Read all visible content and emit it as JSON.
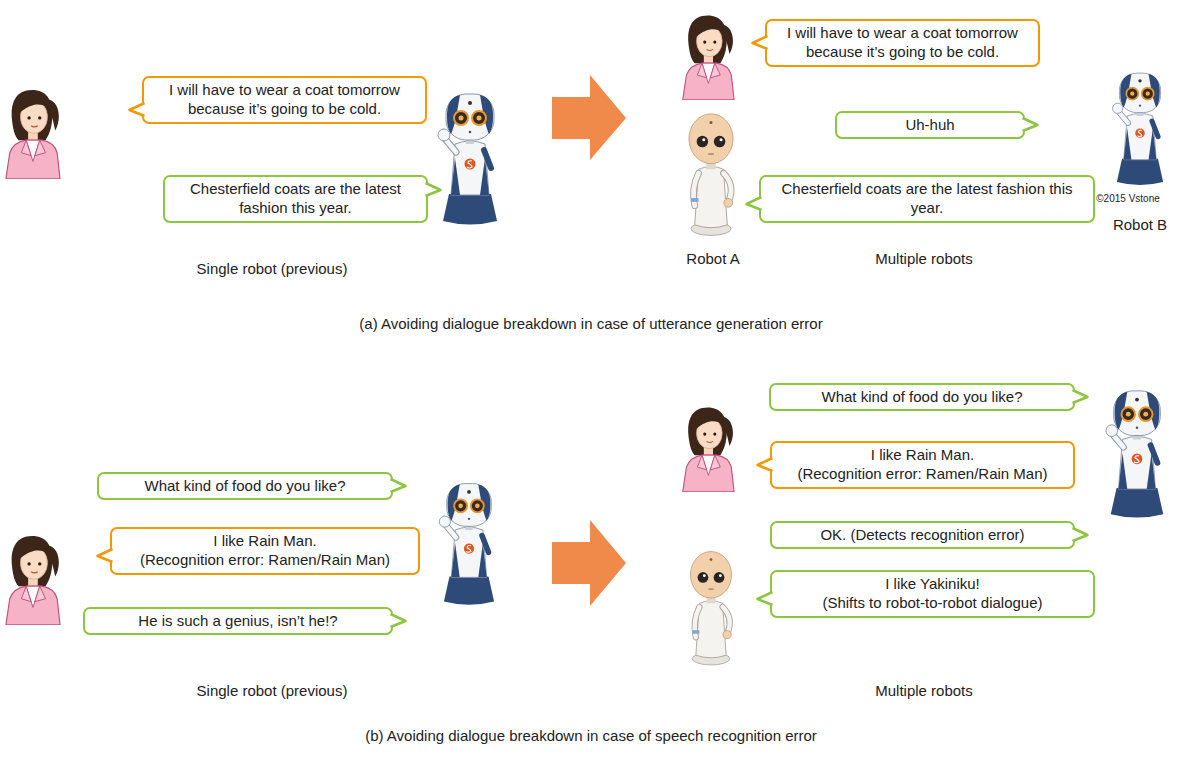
{
  "diagram": {
    "nodes": [
      {
        "text": [
          "I will have to wear a coat tomorrow because it’s going to be cold."
        ]
      },
      {
        "text": [
          "Chesterfield coats are the latest fashion this year."
        ]
      },
      {
        "text": [
          "I will have to wear a coat tomorrow because it’s going to be cold."
        ]
      },
      {
        "text": [
          "Uh-huh"
        ]
      },
      {
        "text": [
          "Chesterfield coats are the latest fashion this year."
        ]
      },
      {
        "text": [
          "What kind of food do you like?"
        ]
      },
      {
        "text": [
          "I like Rain Man.",
          "(Recognition error: Ramen/Rain Man)"
        ]
      },
      {
        "text": [
          "He is such a genius, isn’t he!?"
        ]
      },
      {
        "text": [
          "What kind of food do you like?"
        ]
      },
      {
        "text": [
          "I like Rain Man.",
          "(Recognition error: Ramen/Rain Man)"
        ]
      },
      {
        "text": [
          "OK. (Detects recognition error)"
        ]
      },
      {
        "text": [
          "I like Yakiniku!",
          "(Shifts to robot-to-robot dialogue)"
        ]
      }
    ],
    "labels": [
      "©2015 Vstone",
      "Robot B",
      "Single robot (previous)",
      "Robot A",
      "Multiple robots",
      "(a) Avoiding dialogue breakdown in case of utterance generation error",
      "Single robot (previous)",
      "Multiple robots",
      "(b) Avoiding dialogue breakdown in case of speech recognition error"
    ]
  }
}
